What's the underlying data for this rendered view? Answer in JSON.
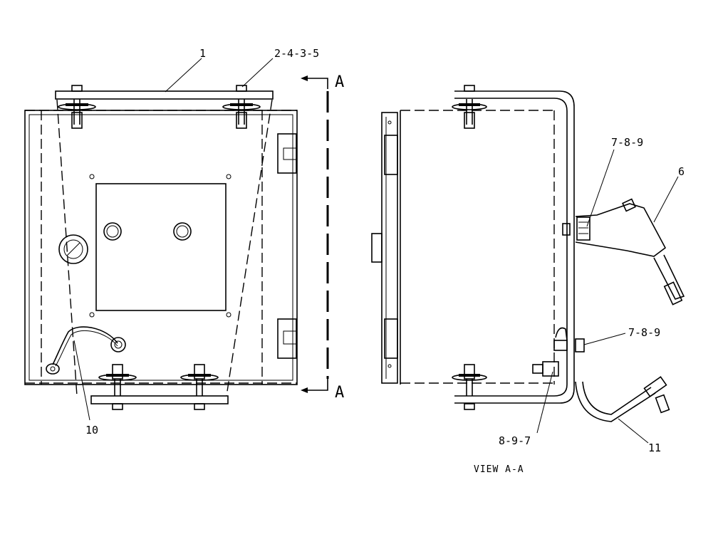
{
  "callouts": {
    "c1": "1",
    "c2435": "2-4-3-5",
    "c789_top": "7-8-9",
    "c6": "6",
    "c789_mid": "7-8-9",
    "c10": "10",
    "c897": "8-9-7",
    "c11": "11"
  },
  "section": {
    "top": "A",
    "bottom": "A"
  },
  "view_title": "VIEW A-A"
}
